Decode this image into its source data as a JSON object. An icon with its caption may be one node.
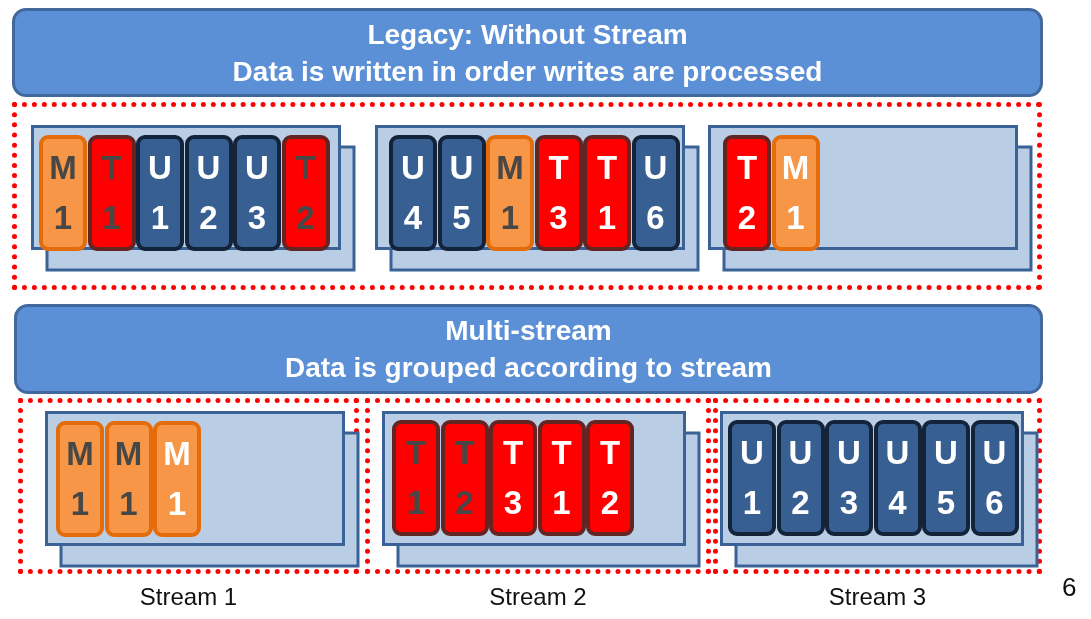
{
  "diagram": {
    "nodes": [
      {
        "text": [
          "Legacy: Without Stream",
          "Data is written in order writes are processed"
        ]
      },
      {
        "text": [],
        "shape": "box"
      },
      {
        "text": [],
        "shape": "box",
        "in": 1
      },
      {
        "text": [
          "M 1"
        ],
        "in": 2
      },
      {
        "text": [
          "T 1"
        ],
        "in": 2
      },
      {
        "text": [
          "U 1"
        ],
        "in": 2
      },
      {
        "text": [
          "U 2"
        ],
        "in": 2
      },
      {
        "text": [
          "U 3"
        ],
        "in": 2
      },
      {
        "text": [
          "T 2"
        ],
        "in": 2
      },
      {
        "text": [],
        "shape": "box",
        "in": 1
      },
      {
        "text": [
          "U 4"
        ],
        "in": 9
      },
      {
        "text": [
          "U 5"
        ],
        "in": 9
      },
      {
        "text": [
          "M 1"
        ],
        "in": 9
      },
      {
        "text": [
          "T 3"
        ],
        "in": 9
      },
      {
        "text": [
          "T 1"
        ],
        "in": 9
      },
      {
        "text": [
          "U 6"
        ],
        "in": 9
      },
      {
        "text": [],
        "shape": "box",
        "in": 1
      },
      {
        "text": [
          "T 2"
        ],
        "in": 16
      },
      {
        "text": [
          "M 1"
        ],
        "in": 16
      },
      {
        "text": [
          "Multi-stream",
          "Data is grouped according to stream"
        ]
      },
      {
        "text": [],
        "shape": "box",
        "beside": [
          "Stream 1"
        ]
      },
      {
        "text": [],
        "shape": "box",
        "in": 20
      },
      {
        "text": [
          "M 1"
        ],
        "in": 21
      },
      {
        "text": [
          "M 1"
        ],
        "in": 21
      },
      {
        "text": [
          "M 1"
        ],
        "in": 21
      },
      {
        "text": [],
        "shape": "box",
        "beside": [
          "Stream 2"
        ]
      },
      {
        "text": [],
        "shape": "box",
        "in": 25
      },
      {
        "text": [
          "T 1"
        ],
        "in": 26
      },
      {
        "text": [
          "T 2"
        ],
        "in": 26
      },
      {
        "text": [
          "T 3"
        ],
        "in": 26
      },
      {
        "text": [
          "T 1"
        ],
        "in": 26
      },
      {
        "text": [
          "T 2"
        ],
        "in": 26
      },
      {
        "text": [],
        "shape": "box",
        "beside": [
          "Stream 3"
        ]
      },
      {
        "text": [],
        "shape": "box",
        "in": 32
      },
      {
        "text": [
          "U 1"
        ],
        "in": 33
      },
      {
        "text": [
          "U 2"
        ],
        "in": 33
      },
      {
        "text": [
          "U 3"
        ],
        "in": 33
      },
      {
        "text": [
          "U 4"
        ],
        "in": 33
      },
      {
        "text": [
          "U 5"
        ],
        "in": 33
      },
      {
        "text": [
          "U 6"
        ],
        "in": 33
      }
    ],
    "labels": [
      "6"
    ]
  }
}
